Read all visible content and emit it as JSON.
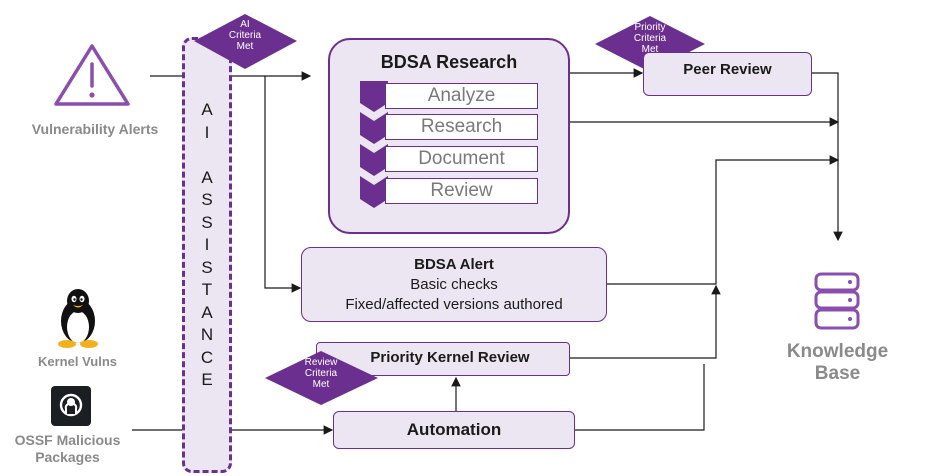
{
  "sources": {
    "vulnerability_alerts": "Vulnerability Alerts",
    "kernel_vulns": "Kernel Vulns",
    "ossf_line1": "OSSF Malicious",
    "ossf_line2": "Packages"
  },
  "ai_assistance": {
    "letters": [
      "A",
      "I",
      "",
      "A",
      "S",
      "S",
      "I",
      "S",
      "T",
      "A",
      "N",
      "C",
      "E"
    ]
  },
  "diamonds": {
    "ai": [
      "AI",
      "Criteria",
      "Met"
    ],
    "priority": [
      "Priority",
      "Criteria",
      "Met"
    ],
    "review": [
      "Review",
      "Criteria",
      "Met"
    ]
  },
  "research": {
    "title": "BDSA Research",
    "steps": [
      "Analyze",
      "Research",
      "Document",
      "Review"
    ]
  },
  "peer_review": {
    "title": "Peer Review"
  },
  "alert": {
    "title": "BDSA Alert",
    "line1": "Basic checks",
    "line2": "Fixed/affected versions authored"
  },
  "priority_kernel": {
    "title": "Priority Kernel Review"
  },
  "automation": {
    "title": "Automation"
  },
  "knowledge_base": {
    "line1": "Knowledge",
    "line2": "Base"
  },
  "colors": {
    "purple": "#6b2f8f",
    "box_fill": "#ece6f2",
    "source_gray": "#8a8a8a"
  },
  "icons": {
    "vulnerability": "warning-triangle-icon",
    "kernel": "linux-penguin-icon",
    "ossf": "github-icon",
    "knowledge_base": "database-icon"
  }
}
